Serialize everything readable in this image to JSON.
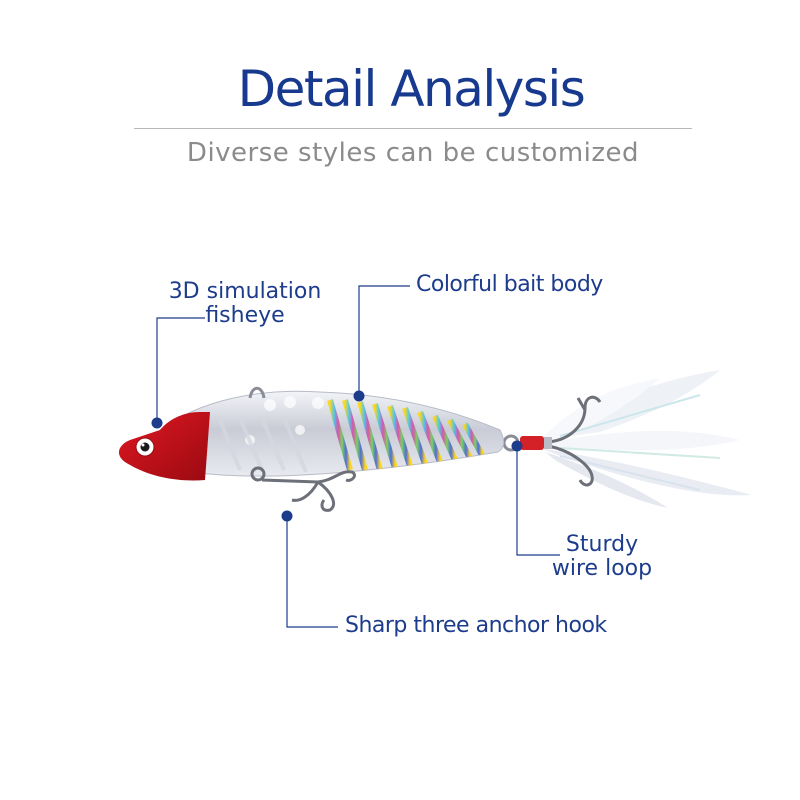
{
  "header": {
    "title": "Detail Analysis",
    "subtitle": "Diverse styles can be customized"
  },
  "callouts": {
    "fisheye": {
      "line1": "3D simulation",
      "line2": "fisheye"
    },
    "bait_body": {
      "text": "Colorful bait body"
    },
    "wire_loop": {
      "line1": "Sturdy",
      "line2": "wire loop"
    },
    "hook": {
      "text": "Sharp three anchor hook"
    }
  },
  "colors": {
    "title": "#173a8f",
    "subtitle": "#8b8b8b",
    "callout_line": "#1d3c8c",
    "lure_head": "#c8121a"
  }
}
